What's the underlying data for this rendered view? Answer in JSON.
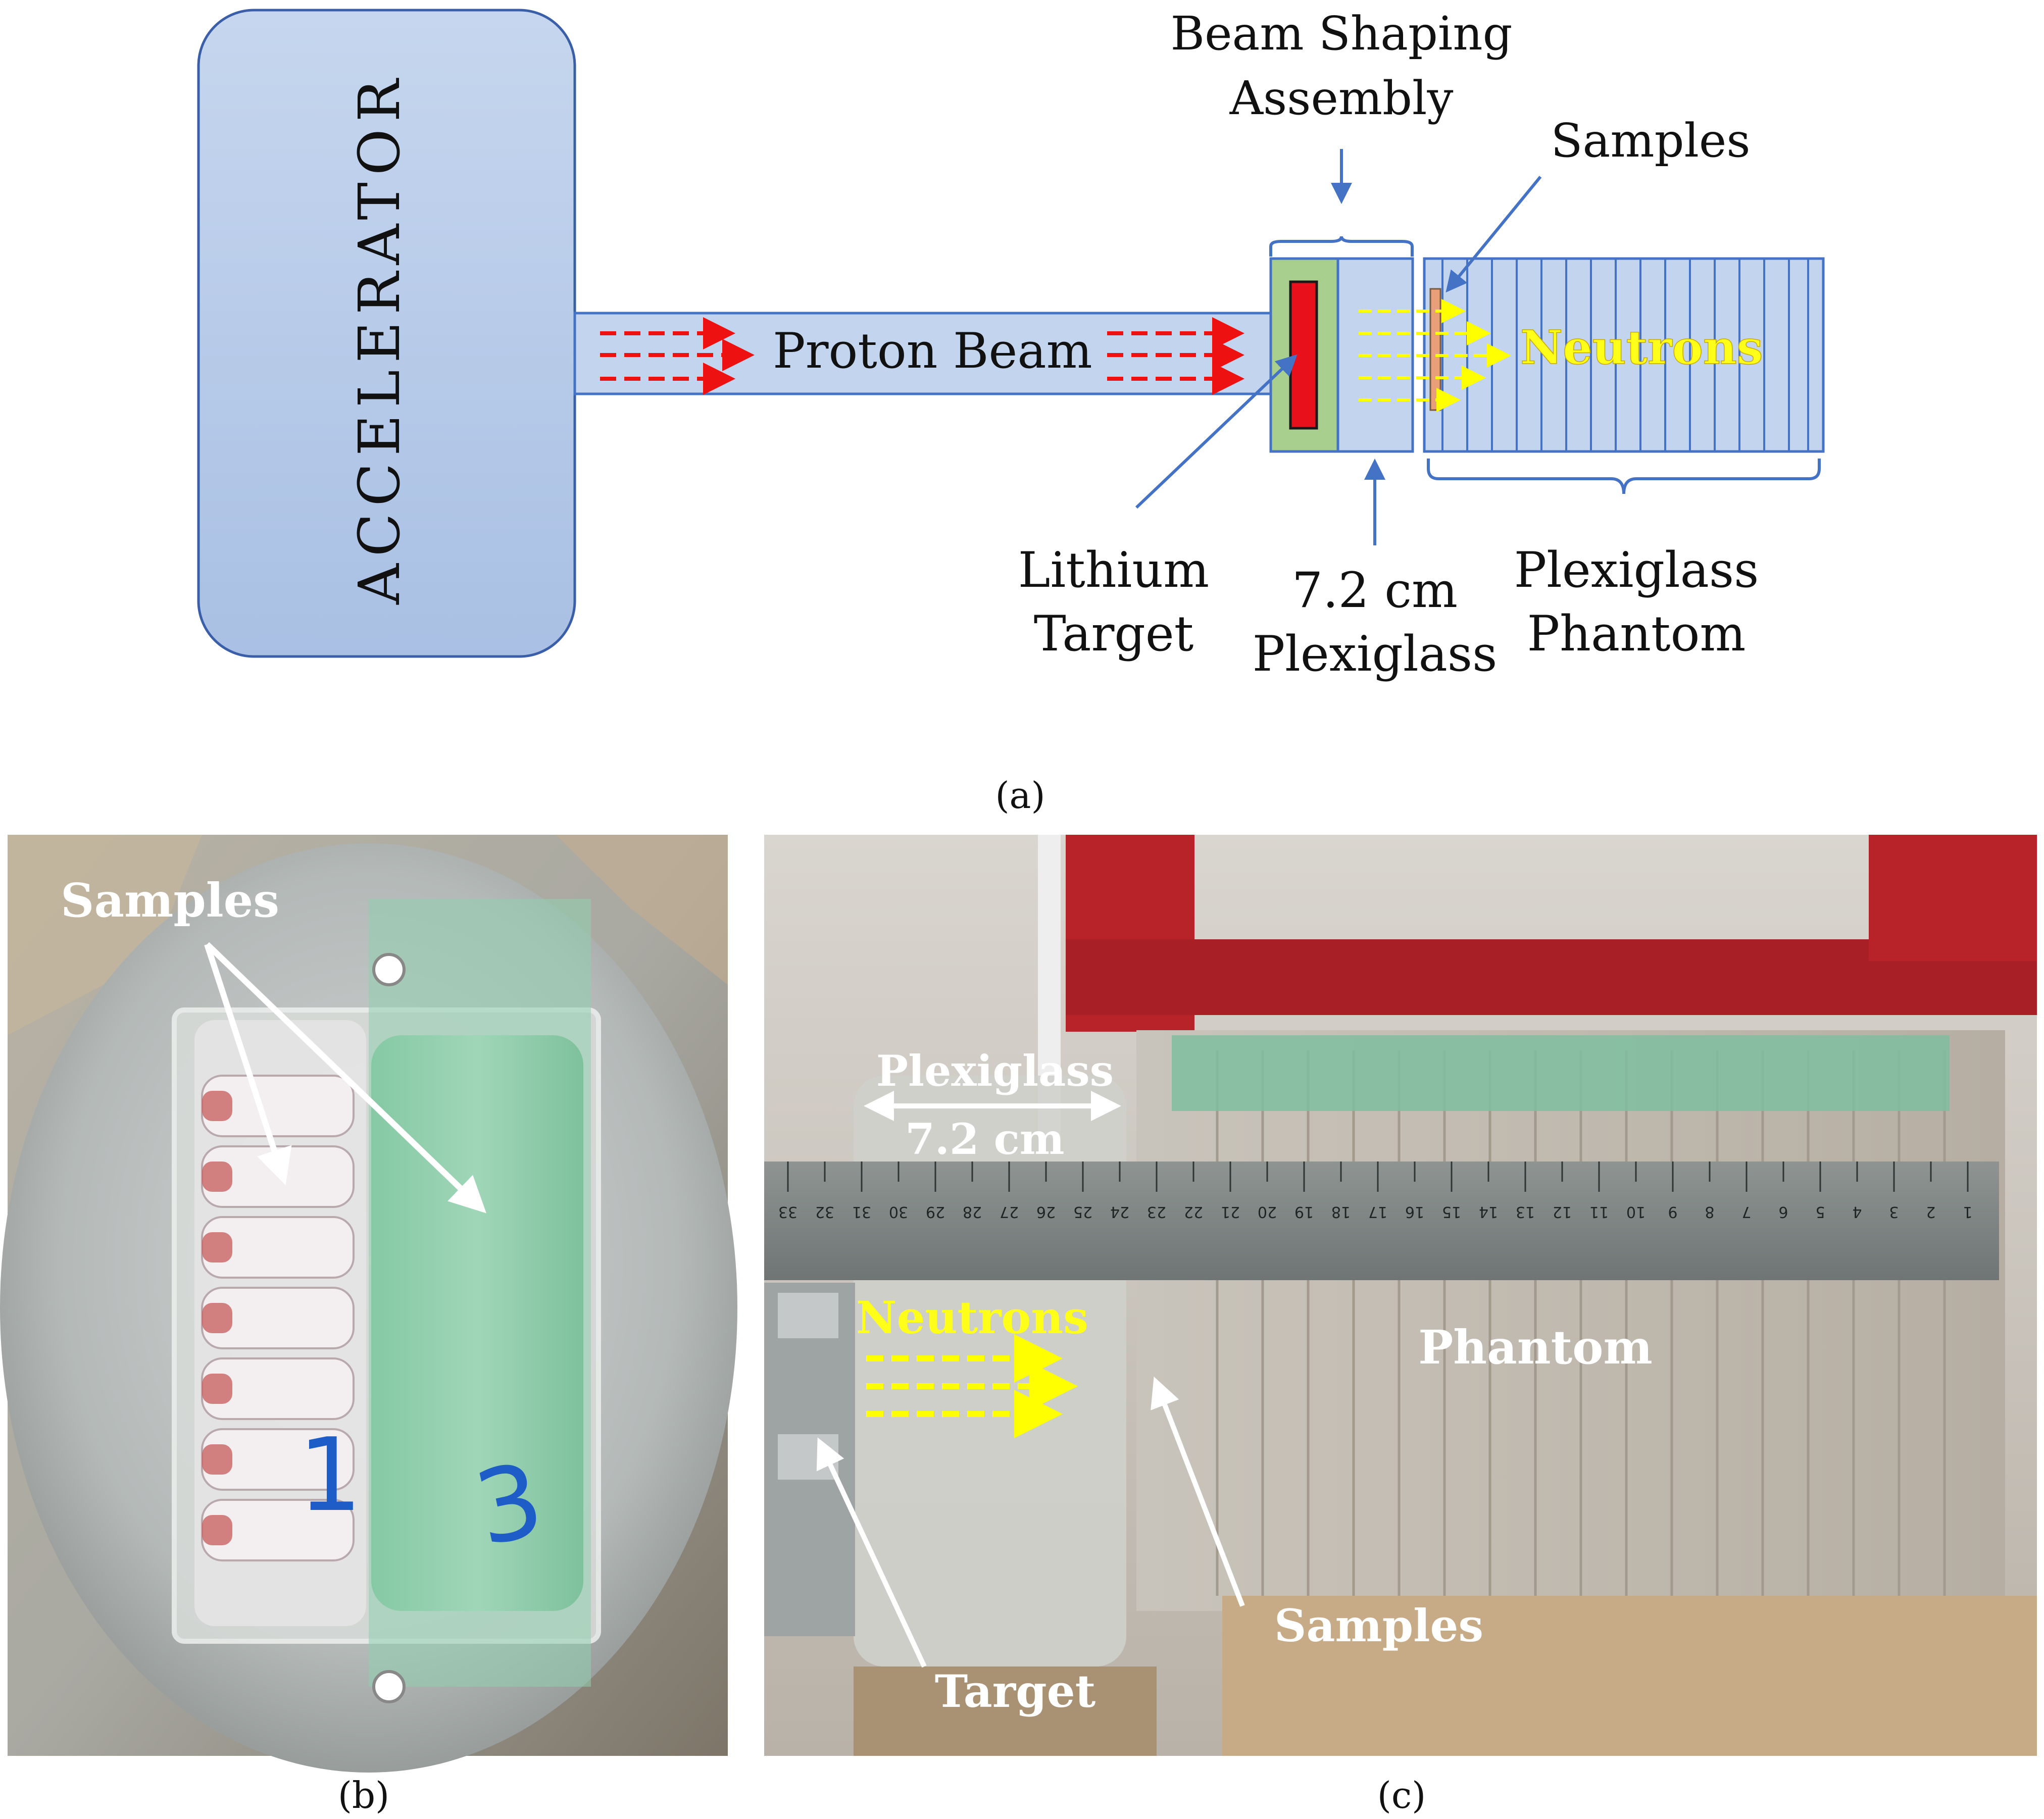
{
  "panel_a": {
    "accelerator": "ACCELERATOR",
    "proton_beam": "Proton Beam",
    "bsa_line1": "Beam Shaping",
    "bsa_line2": "Assembly",
    "samples": "Samples",
    "neutrons": "Neutrons",
    "lithium_line1": "Lithium",
    "lithium_line2": "Target",
    "plexi_line1": "7.2 cm",
    "plexi_line2": "Plexiglass",
    "phantom_line1": "Plexiglass",
    "phantom_line2": "Phantom",
    "caption": "(a)"
  },
  "panel_b": {
    "samples": "Samples",
    "caption": "(b)"
  },
  "panel_c": {
    "plexiglass": "Plexiglass",
    "plexi_size": "7.2 cm",
    "neutrons": "Neutrons",
    "phantom": "Phantom",
    "samples": "Samples",
    "target": "Target",
    "caption": "(c)",
    "ruler_ticks": [
      "33",
      "32",
      "31",
      "30",
      "29",
      "28",
      "27",
      "26",
      "25",
      "24",
      "23",
      "22",
      "21",
      "20",
      "19",
      "18",
      "17",
      "16",
      "15",
      "14",
      "13",
      "12",
      "11",
      "10",
      "9",
      "8",
      "7",
      "6",
      "5",
      "4",
      "3",
      "2",
      "1"
    ]
  },
  "colors": {
    "diagram_fill": "#b8cdea",
    "diagram_stroke": "#4472c4",
    "proton_arrow": "#ee1111",
    "neutron_arrow": "#ffff00",
    "target_fill": "#e8101a",
    "holder_fill": "#a8cf8e"
  }
}
